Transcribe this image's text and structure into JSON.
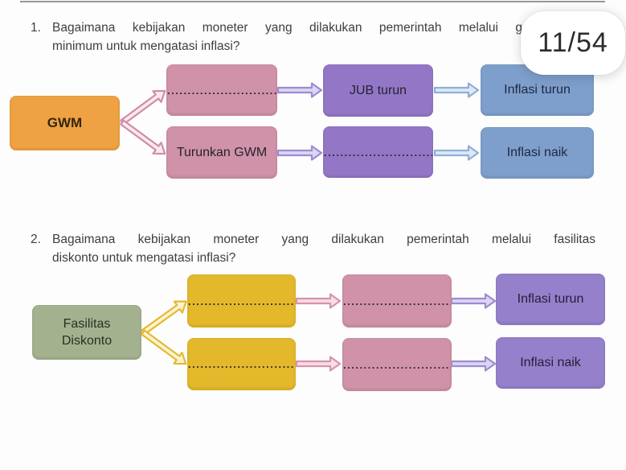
{
  "page_indicator": "11/54",
  "questions": [
    {
      "number": "1.",
      "line1": "Bagaimana kebijakan moneter yang dilakukan pemerintah melalui g",
      "line2": "minimum untuk mengatasi inflasi?"
    },
    {
      "number": "2.",
      "line1": "Bagaimana kebijakan moneter yang dilakukan pemerintah melalui fasilitas",
      "line2": "diskonto untuk mengatasi inflasi?"
    }
  ],
  "diagram1": {
    "root": "GWM",
    "branch_top": {
      "step1": "..............................",
      "step2": "JUB turun",
      "step3": "Inflasi turun"
    },
    "branch_bottom": {
      "step1": "Turunkan GWM",
      "step2": "..............................",
      "step3": "Inflasi naik"
    }
  },
  "diagram2": {
    "root": "Fasilitas Diskonto",
    "branch_top": {
      "step1": "..............................",
      "step2": "..............................",
      "step3": "Inflasi turun"
    },
    "branch_bottom": {
      "step1": "..............................",
      "step2": "..............................",
      "step3": "Inflasi naik"
    }
  },
  "colors": {
    "orange": "#efa243",
    "dusty_pink": "#cf92a8",
    "purple": "#9377c6",
    "blue": "#7e9fcb",
    "green": "#a3b18f",
    "yellow": "#e4b82b",
    "lavender": "#9580cb"
  }
}
